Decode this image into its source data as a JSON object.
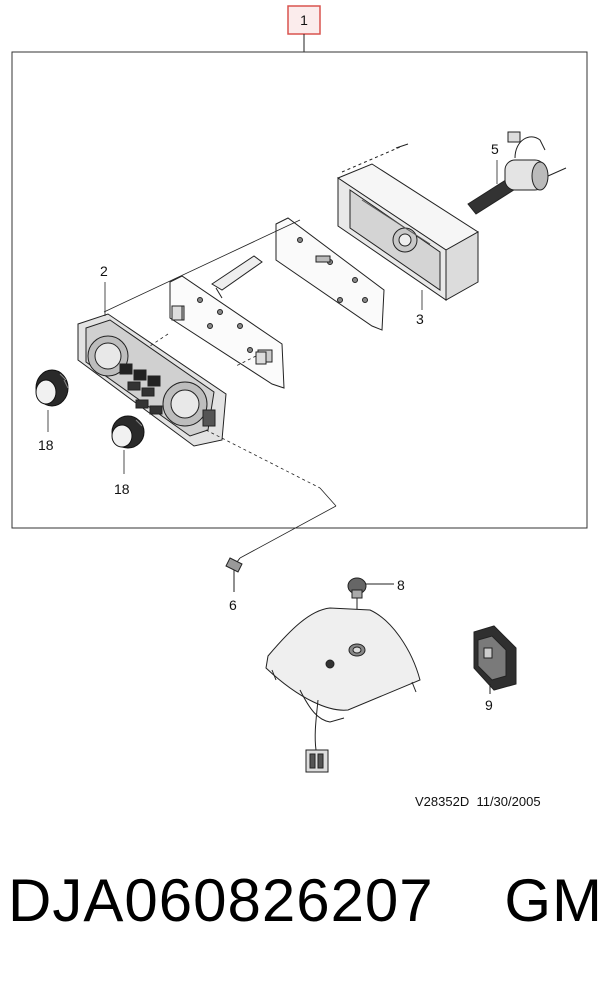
{
  "callouts": {
    "main": "1",
    "c2": "2",
    "c3": "3",
    "c5": "5",
    "c6": "6",
    "c8": "8",
    "c9": "9",
    "c18a": "18",
    "c18b": "18"
  },
  "reference": {
    "code": "V28352D",
    "date": "11/30/2005"
  },
  "part_number": "DJA060826207",
  "brand": "GM",
  "colors": {
    "callout_box": "#d9534f",
    "line": "#222222"
  }
}
